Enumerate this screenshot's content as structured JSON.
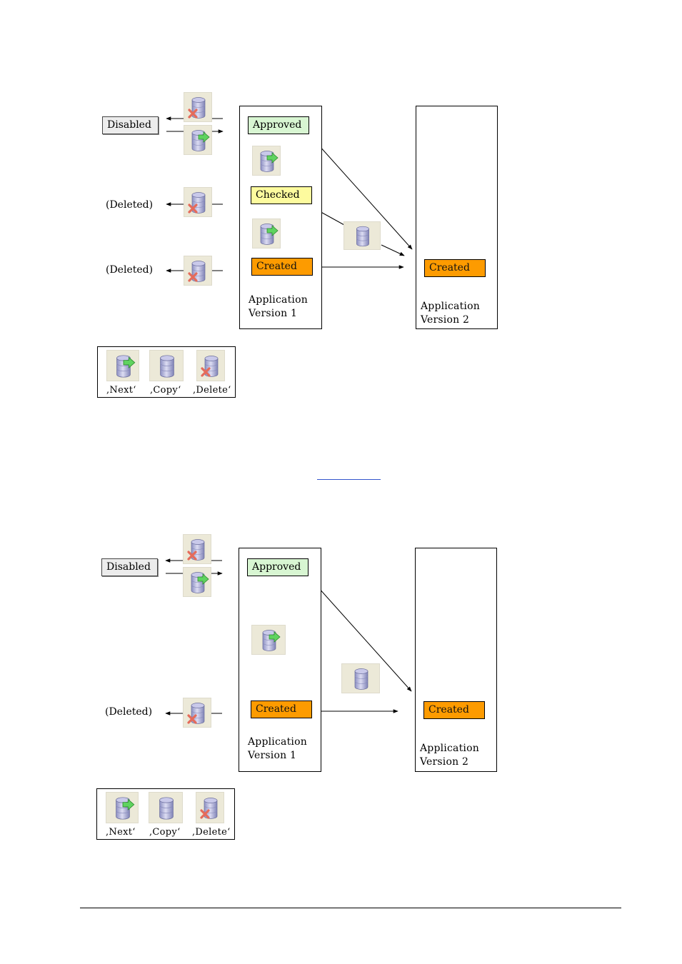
{
  "legend": {
    "next": ",Next‘",
    "copy": ",Copy‘",
    "delete": ",Delete‘"
  },
  "diagram_top": {
    "disabled": "Disabled",
    "deleted_1": "(Deleted)",
    "deleted_2": "(Deleted)",
    "v1_approved": "Approved",
    "v1_checked": "Checked",
    "v1_created": "Created",
    "v1_label": "Application\nVersion 1",
    "v2_created": "Created",
    "v2_label": "Application\nVersion 2"
  },
  "diagram_bottom": {
    "disabled": "Disabled",
    "deleted_1": "(Deleted)",
    "v1_approved": "Approved",
    "v1_created": "Created",
    "v1_label": "Application\nVersion 1",
    "v2_created": "Created",
    "v2_label": "Application\nVersion 2"
  },
  "icons": {
    "next": "db-next-icon",
    "copy": "db-copy-icon",
    "delete": "db-delete-icon"
  },
  "colors": {
    "approved": "#d8f6d2",
    "checked": "#fdfb9e",
    "created": "#fd9b00",
    "disabled": "#ececec",
    "icon_bg": "#ece9d8",
    "link": "#3355cc"
  }
}
